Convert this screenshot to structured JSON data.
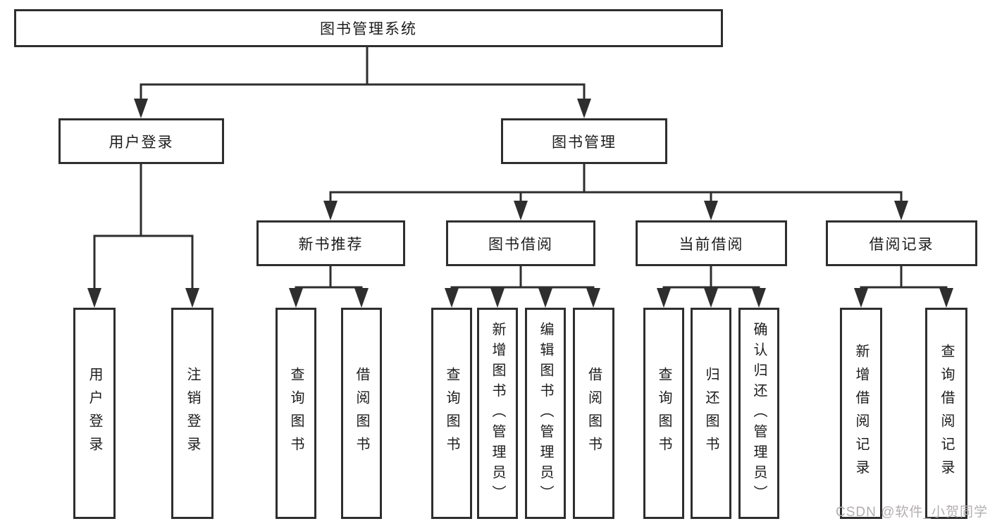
{
  "tree": {
    "label": "图书管理系统",
    "children": [
      {
        "label": "用户登录",
        "children": [
          {
            "label": "用户登录"
          },
          {
            "label": "注销登录"
          }
        ]
      },
      {
        "label": "图书管理",
        "children": [
          {
            "label": "新书推荐",
            "children": [
              {
                "label": "查询图书"
              },
              {
                "label": "借阅图书"
              }
            ]
          },
          {
            "label": "图书借阅",
            "children": [
              {
                "label": "查询图书"
              },
              {
                "label": "新增图书（管理员）"
              },
              {
                "label": "编辑图书（管理员）"
              },
              {
                "label": "借阅图书"
              }
            ]
          },
          {
            "label": "当前借阅",
            "children": [
              {
                "label": "查询图书"
              },
              {
                "label": "归还图书"
              },
              {
                "label": "确认归还（管理员）"
              }
            ]
          },
          {
            "label": "借阅记录",
            "children": [
              {
                "label": "新增借阅记录"
              },
              {
                "label": "查询借阅记录"
              }
            ]
          }
        ]
      }
    ]
  },
  "watermark": {
    "text": "CSDN @软件_小贺同学"
  },
  "colors": {
    "line": "#2e2e2e",
    "box_border": "#2e2e2e",
    "text": "#1c1c1c",
    "background": "#ffffff",
    "watermark": "#b3aeae"
  }
}
